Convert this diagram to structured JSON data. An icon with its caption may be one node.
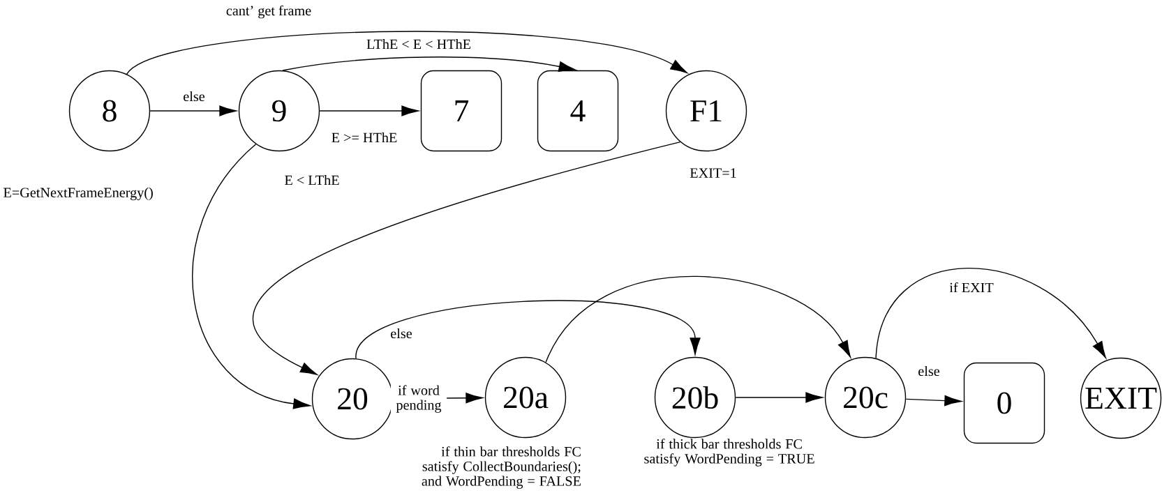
{
  "diagram": {
    "nodes": [
      {
        "text": [
          "8"
        ],
        "beside": [
          "E=GetNextFrameEnergy()"
        ]
      },
      {
        "text": [
          "9"
        ]
      },
      {
        "text": [
          "7"
        ]
      },
      {
        "text": [
          "4"
        ]
      },
      {
        "text": [
          "F1"
        ],
        "beside": [
          "EXIT=1"
        ]
      },
      {
        "text": [
          "20"
        ]
      },
      {
        "text": [
          "20a"
        ],
        "beside": [
          "if thin bar thresholds FC satisfy CollectBoundaries(); and WordPending = FALSE"
        ]
      },
      {
        "text": [
          "20b"
        ],
        "beside": [
          "if thick bar thresholds FC satisfy WordPending = TRUE"
        ]
      },
      {
        "text": [
          "20c"
        ]
      },
      {
        "text": [
          "0"
        ]
      },
      {
        "text": [
          "EXIT"
        ]
      }
    ],
    "edges": [
      {
        "from": 0,
        "to": 4,
        "arrow": "to",
        "label": "cant’ get frame"
      },
      {
        "from": 0,
        "to": 1,
        "arrow": "to",
        "label": "else"
      },
      {
        "from": 1,
        "to": 3,
        "arrow": "to",
        "label": "LThE < E < HThE"
      },
      {
        "from": 1,
        "to": 2,
        "arrow": "to",
        "label": "E >= HThE"
      },
      {
        "from": 1,
        "to": 5,
        "arrow": "to",
        "label": "E < LThE"
      },
      {
        "from": 4,
        "to": 5,
        "arrow": "to"
      },
      {
        "from": 5,
        "to": 7,
        "arrow": "to",
        "label": "else"
      },
      {
        "from": 5,
        "to": 6,
        "arrow": "to",
        "label": "if word pending"
      },
      {
        "from": 6,
        "to": 8,
        "arrow": "to"
      },
      {
        "from": 7,
        "to": 8,
        "arrow": "to"
      },
      {
        "from": 8,
        "to": 9,
        "arrow": "to",
        "label": "else"
      },
      {
        "from": 8,
        "to": 10,
        "arrow": "to",
        "label": "if EXIT"
      }
    ]
  }
}
